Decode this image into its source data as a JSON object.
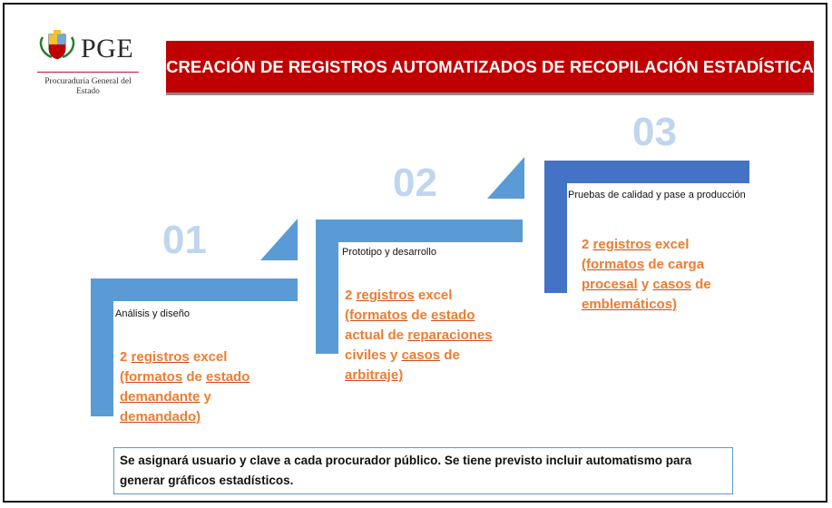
{
  "logo": {
    "name": "PGE",
    "subtitle": "Procuraduría General del Estado",
    "icon": "coat-of-arms-icon"
  },
  "header": {
    "title": "CREACIÓN DE REGISTROS AUTOMATIZADOS DE RECOPILACIÓN ESTADÍSTICA"
  },
  "steps": [
    {
      "number": "01",
      "label": "Análisis y diseño",
      "desc_parts": [
        "2 ",
        "registros",
        " excel ",
        "(formatos",
        " de ",
        "estado",
        " ",
        "demandante",
        " y ",
        "demandado)"
      ]
    },
    {
      "number": "02",
      "label": "Prototipo y desarrollo",
      "desc_parts": [
        "2 ",
        "registros",
        " excel ",
        "(formatos",
        " de ",
        "estado",
        " actual de ",
        "reparaciones",
        " civiles y ",
        "casos",
        " de ",
        "arbitraje)"
      ]
    },
    {
      "number": "03",
      "label": "Pruebas de calidad y pase a producción",
      "desc_parts": [
        "2 ",
        "registros",
        " excel ",
        "(formatos",
        " de carga ",
        "procesal",
        " y ",
        "casos",
        " de ",
        "emblemáticos)"
      ]
    }
  ],
  "note": "Se asignará usuario y clave a cada procurador público. Se tiene previsto incluir automatismo para generar gráficos estadísticos.",
  "colors": {
    "banner": "#c00000",
    "step_bar": "#5b9bd5",
    "step_bar_dark": "#4472c4",
    "number": "#bfd6ee",
    "desc": "#ed7d31"
  }
}
